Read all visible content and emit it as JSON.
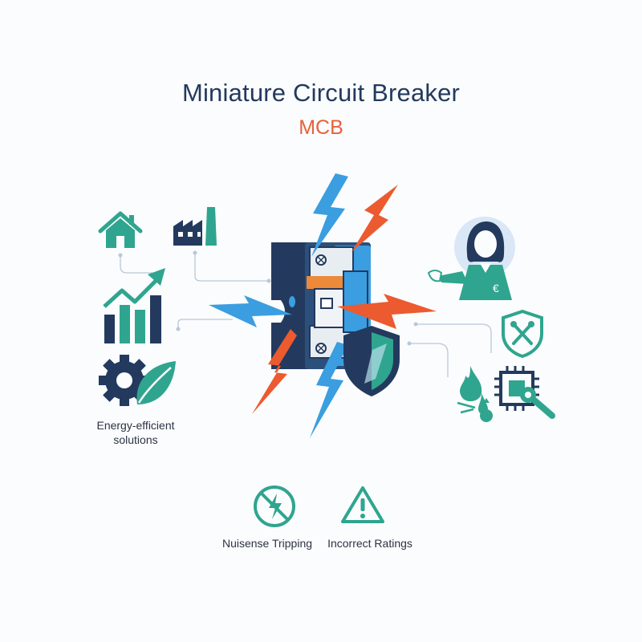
{
  "header": {
    "title": "Miniature Circuit Breaker",
    "subtitle": "MCB"
  },
  "captions": {
    "energy": "Energy-efficient solutions",
    "nuisance": "Nuisense Tripping",
    "ratings": "Incorrect Ratings"
  },
  "colors": {
    "navy": "#233a5e",
    "teal": "#2fa58f",
    "orange": "#ec5a2f",
    "blue": "#3a9ee0",
    "title": "#233a5e",
    "subtitle": "#e8603c"
  },
  "icons": [
    "home-icon",
    "factory-icon",
    "growth-chart-icon",
    "gear-leaf-icon",
    "breaker-icon",
    "lightning-bolt-icon",
    "shield-icon",
    "person-icon",
    "shield-tools-icon",
    "fire-drop-icon",
    "chip-wrench-icon",
    "no-power-icon",
    "warning-icon"
  ]
}
